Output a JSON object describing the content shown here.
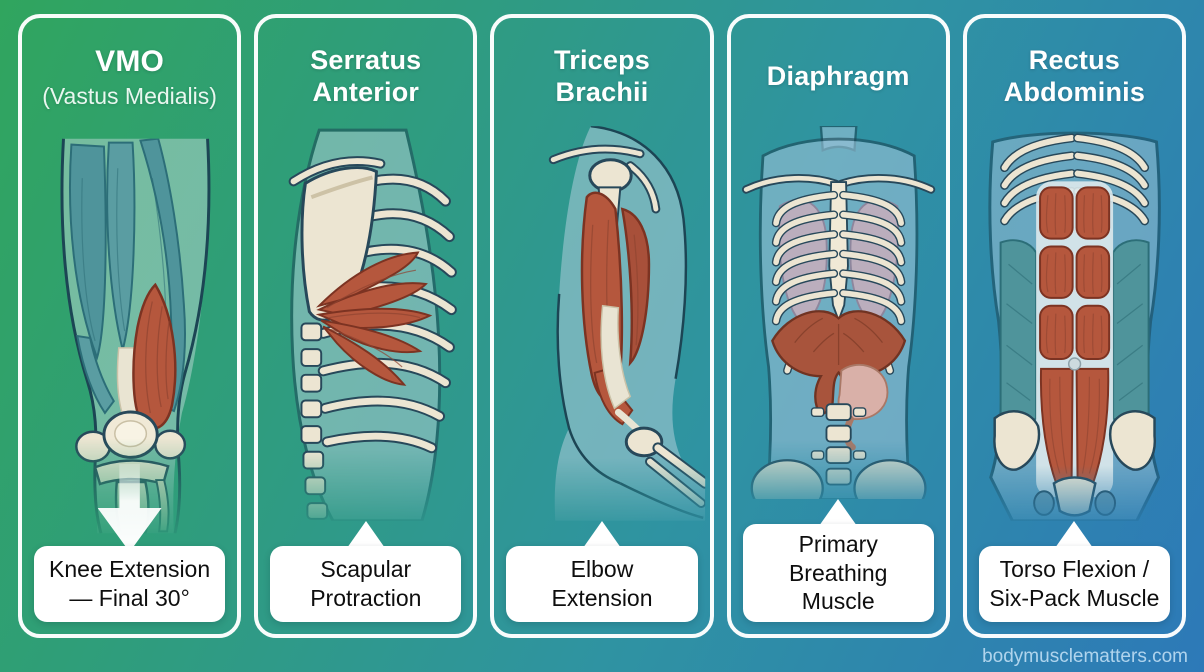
{
  "infographic": {
    "watermark": "bodymusclematters.com",
    "panels": [
      {
        "title": "VMO",
        "subtitle": "(Vastus Medialis)",
        "label": "Knee Extension\n— Final 30°",
        "illustration": "knee-vmo-anatomy",
        "pointer": "down-arrow"
      },
      {
        "title": "Serratus\nAnterior",
        "subtitle": "",
        "label": "Scapular\nProtraction",
        "illustration": "ribcage-serratus-anatomy",
        "pointer": "up-triangle"
      },
      {
        "title": "Triceps\nBrachii",
        "subtitle": "",
        "label": "Elbow\nExtension",
        "illustration": "arm-triceps-anatomy",
        "pointer": "up-triangle"
      },
      {
        "title": "Diaphragm",
        "subtitle": "",
        "label": "Primary Breathing\nMuscle",
        "illustration": "torso-diaphragm-anatomy",
        "pointer": "up-triangle"
      },
      {
        "title": "Rectus\nAbdominis",
        "subtitle": "",
        "label": "Torso Flexion /\nSix-Pack Muscle",
        "illustration": "abdomen-rectus-anatomy",
        "pointer": "up-triangle"
      }
    ],
    "colors": {
      "background_green": "#30a55e",
      "background_teal": "#2f93a2",
      "background_blue": "#2d79b8",
      "muscle_highlight": "#b5573d",
      "supporting_muscle_teal": "#4f949b",
      "bone": "#ece5d2",
      "panel_border": "#ffffff",
      "label_text": "#0e0e0e"
    }
  }
}
